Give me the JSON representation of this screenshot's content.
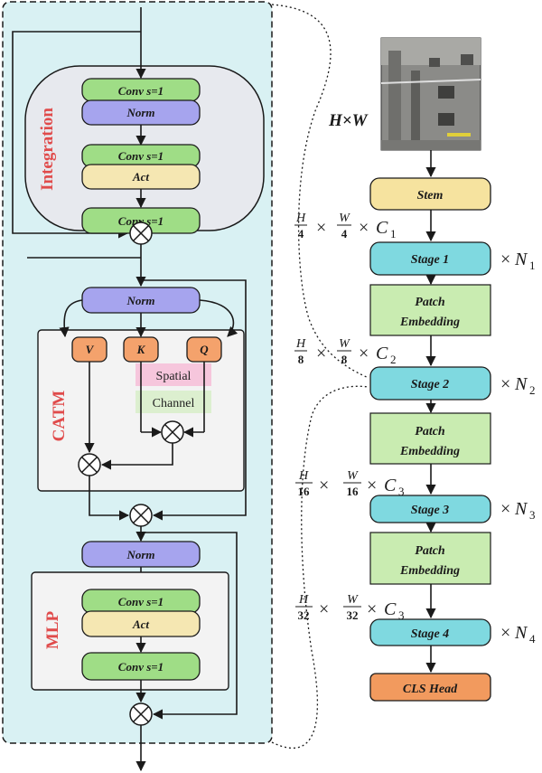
{
  "left": {
    "integration": {
      "title": "Integration",
      "conv1": "Conv s=1",
      "norm": "Norm",
      "conv2": "Conv s=1",
      "act": "Act",
      "conv3": "Conv s=1"
    },
    "catm": {
      "title": "CATM",
      "norm": "Norm",
      "v": "V",
      "k": "K",
      "q": "Q",
      "spatial": "Spatial",
      "channel": "Channel"
    },
    "mlp": {
      "title": "MLP",
      "norm": "Norm",
      "conv1": "Conv s=1",
      "act": "Act",
      "conv2": "Conv s=1"
    }
  },
  "right": {
    "input_label": "H×W",
    "stem": "Stem",
    "stage1": "Stage 1",
    "stage2": "Stage 2",
    "stage3": "Stage 3",
    "stage4": "Stage 4",
    "patch": [
      "Patch",
      "Embedding"
    ],
    "head": "CLS Head",
    "dims": [
      {
        "h": "H",
        "hd": "4",
        "w": "W",
        "wd": "4",
        "c": "C",
        "ci": "1"
      },
      {
        "h": "H",
        "hd": "8",
        "w": "W",
        "wd": "8",
        "c": "C",
        "ci": "2"
      },
      {
        "h": "H",
        "hd": "16",
        "w": "W",
        "wd": "16",
        "c": "C",
        "ci": "3"
      },
      {
        "h": "H",
        "hd": "32",
        "w": "W",
        "wd": "32",
        "c": "C",
        "ci": "3"
      }
    ],
    "reps": [
      {
        "n": "N",
        "i": "1"
      },
      {
        "n": "N",
        "i": "2"
      },
      {
        "n": "N",
        "i": "3"
      },
      {
        "n": "N",
        "i": "4"
      }
    ],
    "times": "×"
  },
  "colors": {
    "panel": "#d9f1f3",
    "green": "#9fdd86",
    "blue": "#a6a4ee",
    "yellow": "#f5e7b2",
    "orange": "#f4a26c",
    "teal": "#7fd9e0",
    "lightgreen": "#c9ecb1",
    "stem": "#f6e39f",
    "head": "#f29a5e",
    "pink": "#f6c6dc",
    "red": "#e04b4b"
  }
}
